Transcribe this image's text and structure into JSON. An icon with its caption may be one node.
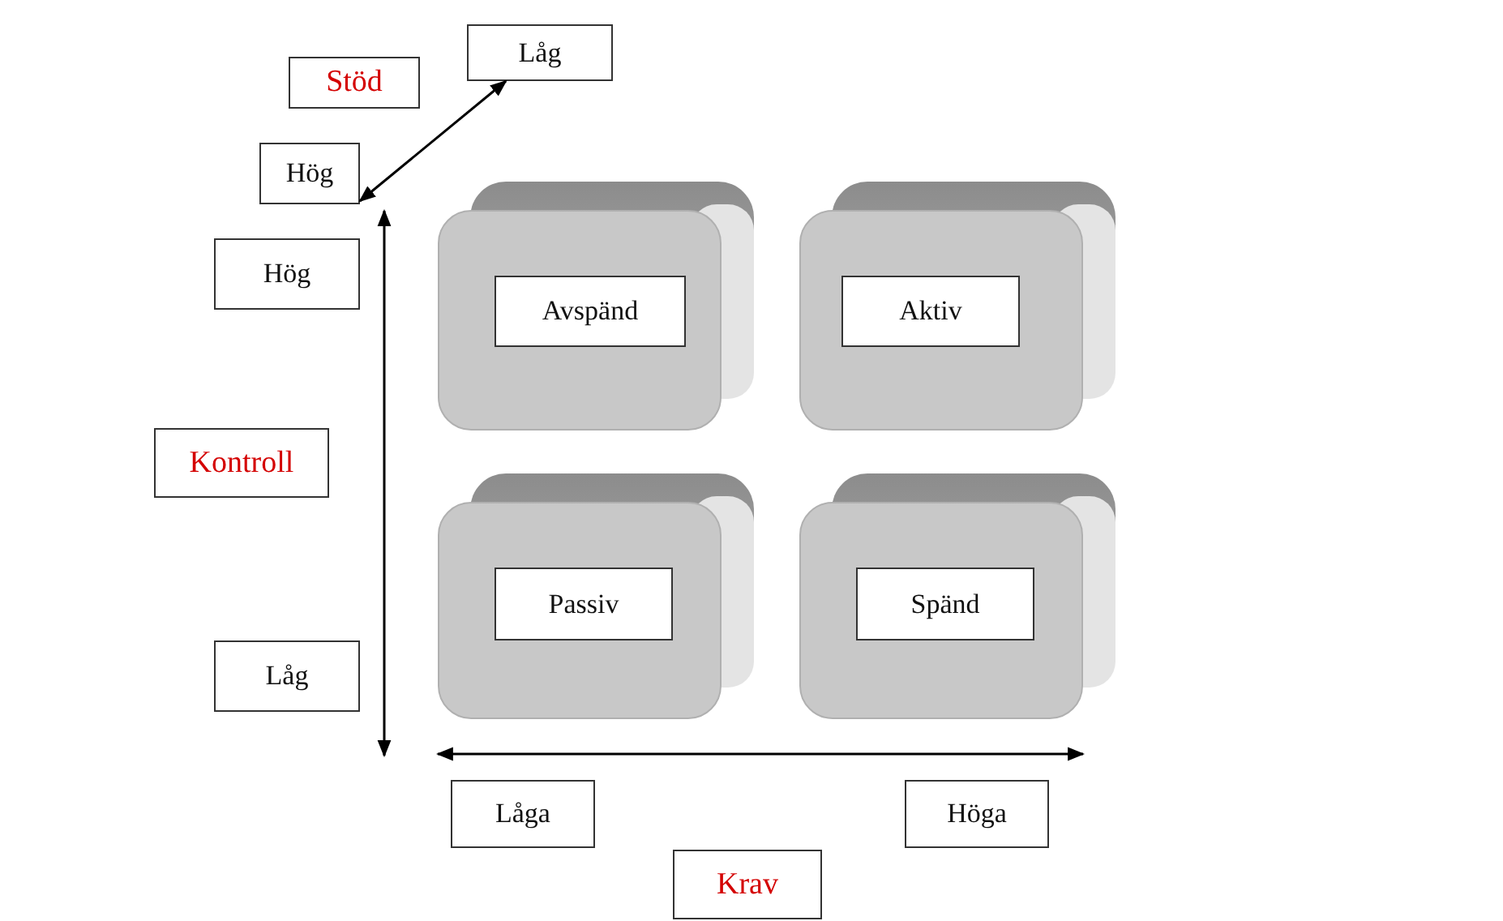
{
  "diagram": {
    "nodes": [
      {
        "text": [
          "Låg"
        ]
      },
      {
        "text": [
          "Stöd"
        ]
      },
      {
        "text": [
          "Hög"
        ]
      },
      {
        "text": [
          "Hög"
        ]
      },
      {
        "text": [],
        "shape": "box"
      },
      {
        "text": [
          "Avspänd"
        ],
        "in": 4
      },
      {
        "text": [],
        "shape": "box"
      },
      {
        "text": [
          "Aktiv"
        ],
        "in": 6
      },
      {
        "text": [
          "Kontroll"
        ]
      },
      {
        "text": [],
        "shape": "box"
      },
      {
        "text": [
          "Passiv"
        ],
        "in": 9
      },
      {
        "text": [],
        "shape": "box"
      },
      {
        "text": [
          "Spänd"
        ],
        "in": 11
      },
      {
        "text": [
          "Låg"
        ]
      },
      {
        "text": [
          "Låga"
        ]
      },
      {
        "text": [
          "Höga"
        ]
      },
      {
        "text": [
          "Krav"
        ]
      }
    ],
    "edges": [
      {
        "from": 2,
        "to": 0,
        "arrow": "both"
      }
    ]
  }
}
